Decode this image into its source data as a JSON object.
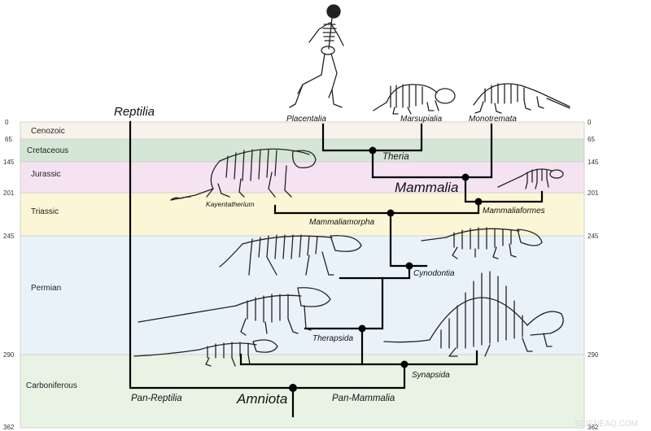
{
  "periods": [
    {
      "name": "Cenozoic",
      "color": "#f8f3ea"
    },
    {
      "name": "Cretaceous",
      "color": "#d6e6d6"
    },
    {
      "name": "Jurassic",
      "color": "#f5e3f2"
    },
    {
      "name": "Triassic",
      "color": "#fbf6d6"
    },
    {
      "name": "Permian",
      "color": "#eaf2f9"
    },
    {
      "name": "Carboniferous",
      "color": "#e8f3e4"
    }
  ],
  "boundaries": [
    "0",
    "65",
    "145",
    "201",
    "245",
    "290",
    "362"
  ],
  "clades": {
    "reptilia": "Reptilia",
    "placentalia": "Placentalia",
    "marsupialia": "Marsupialia",
    "monotremata": "Monotremata",
    "theria": "Theria",
    "mammalia": "Mammalia",
    "mammaliaformes": "Mammaliaformes",
    "mammaliamorpha": "Mammaliamorpha",
    "kayentatherium": "Kayentatherium",
    "cynodontia": "Cynodontia",
    "therapsida": "Therapsida",
    "synapsida": "Synapsida",
    "amniota": "Amniota",
    "pan_reptilia": "Pan-Reptilia",
    "pan_mammalia": "Pan-Mammalia"
  },
  "colors": {
    "highlight": "#d0021b",
    "tree": "#000000",
    "band_border": "#c9c9c9"
  },
  "watermark": "SCIENEAQ.COM",
  "icons": [
    "human-skeleton-icon",
    "marsupial-skeleton-icon",
    "echidna-skeleton-icon",
    "kayentatherium-skeleton-icon",
    "mammaliaform-skeleton-icon",
    "triassic-cynodont-skeleton-icon",
    "permian-therapsid-skeleton-icon",
    "gorgonopsian-skeleton-icon",
    "dimetrodon-skeleton-icon",
    "basal-synapsid-skeleton-icon"
  ]
}
